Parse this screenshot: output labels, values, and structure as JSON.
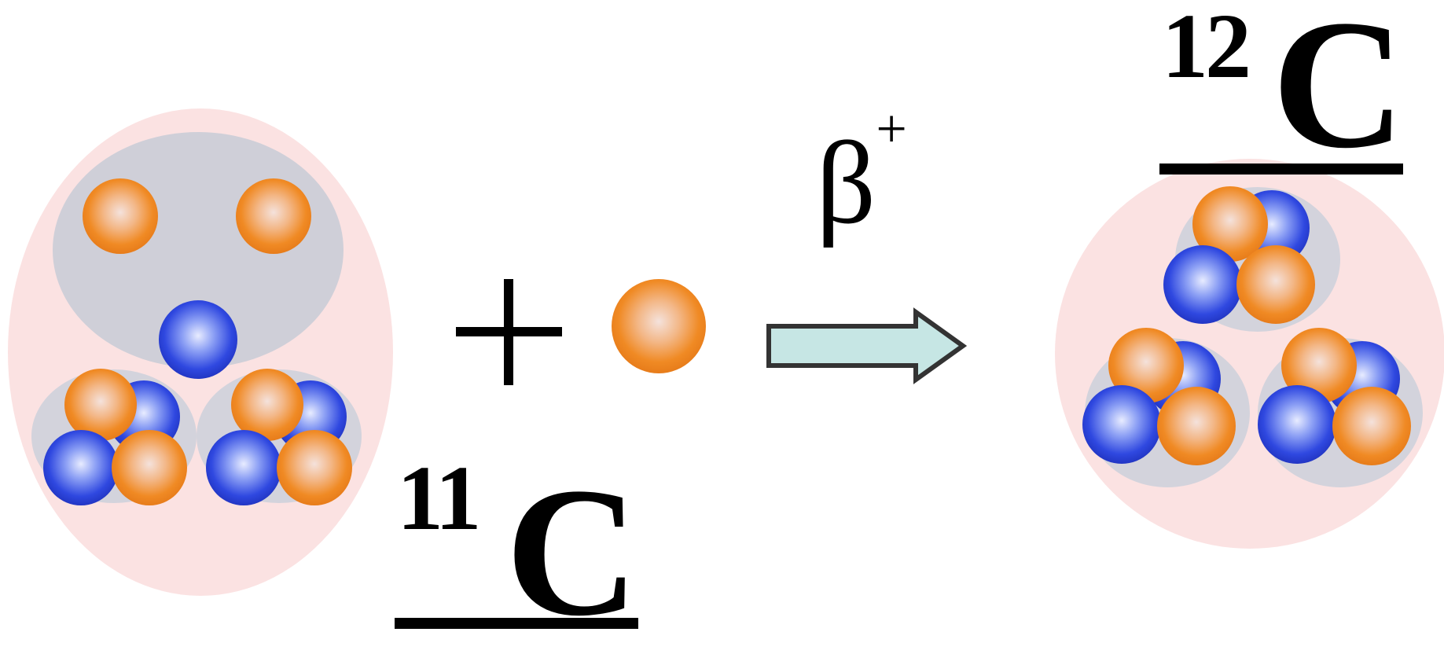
{
  "reactant_label": {
    "mass_number": "11",
    "symbol": "C"
  },
  "plus_label": "+",
  "process_label": {
    "symbol": "β",
    "charge": "+"
  },
  "product_label": {
    "mass_number": "12",
    "symbol": "C"
  },
  "colors": {
    "proton": "#f08a24",
    "neutron": "#2f48e0",
    "nucleus_background": "#fbe2e2",
    "cluster_background": "#cfcfd8",
    "arrow_fill": "#c6e6e4",
    "arrow_stroke": "#333333"
  }
}
